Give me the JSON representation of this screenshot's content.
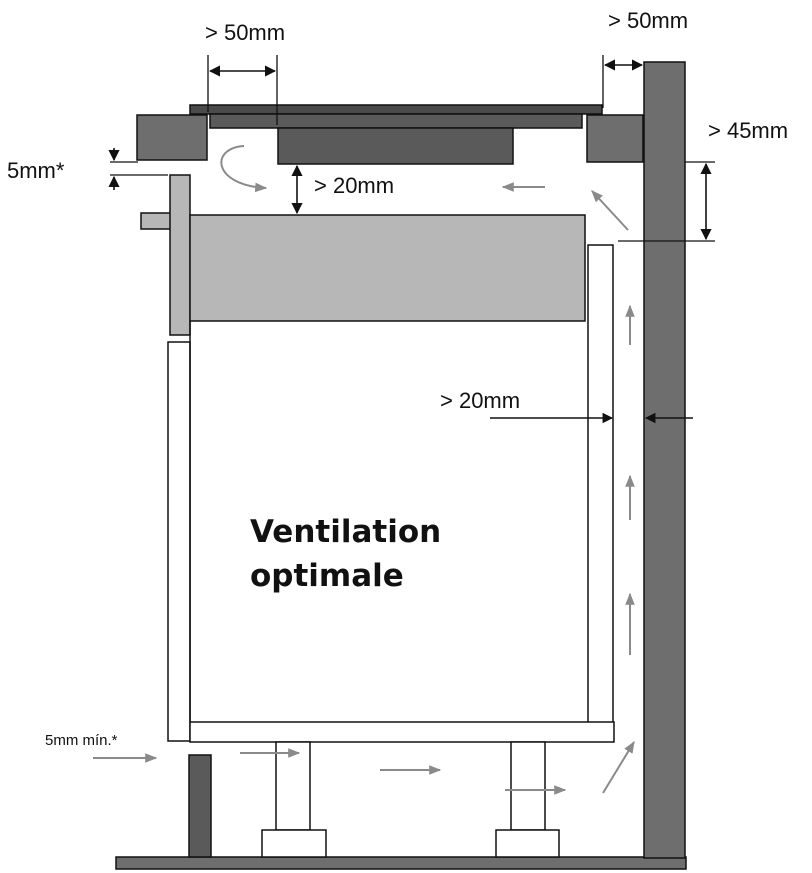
{
  "diagram": {
    "title_line1": "Ventilation",
    "title_line2": "optimale",
    "dimensions": {
      "top_left_gap": "> 50mm",
      "top_right_gap": "> 50mm",
      "right_height": "> 45mm",
      "left_offset": "5mm*",
      "hob_clearance": "> 20mm",
      "wall_gap": "> 20mm",
      "bottom_gap": "5mm mín.*"
    },
    "colors": {
      "dark": "#5a5a5a",
      "medium": "#6e6e6e",
      "light": "#b7b7b7",
      "arrow": "#8a8a8a",
      "line": "#111111"
    }
  }
}
